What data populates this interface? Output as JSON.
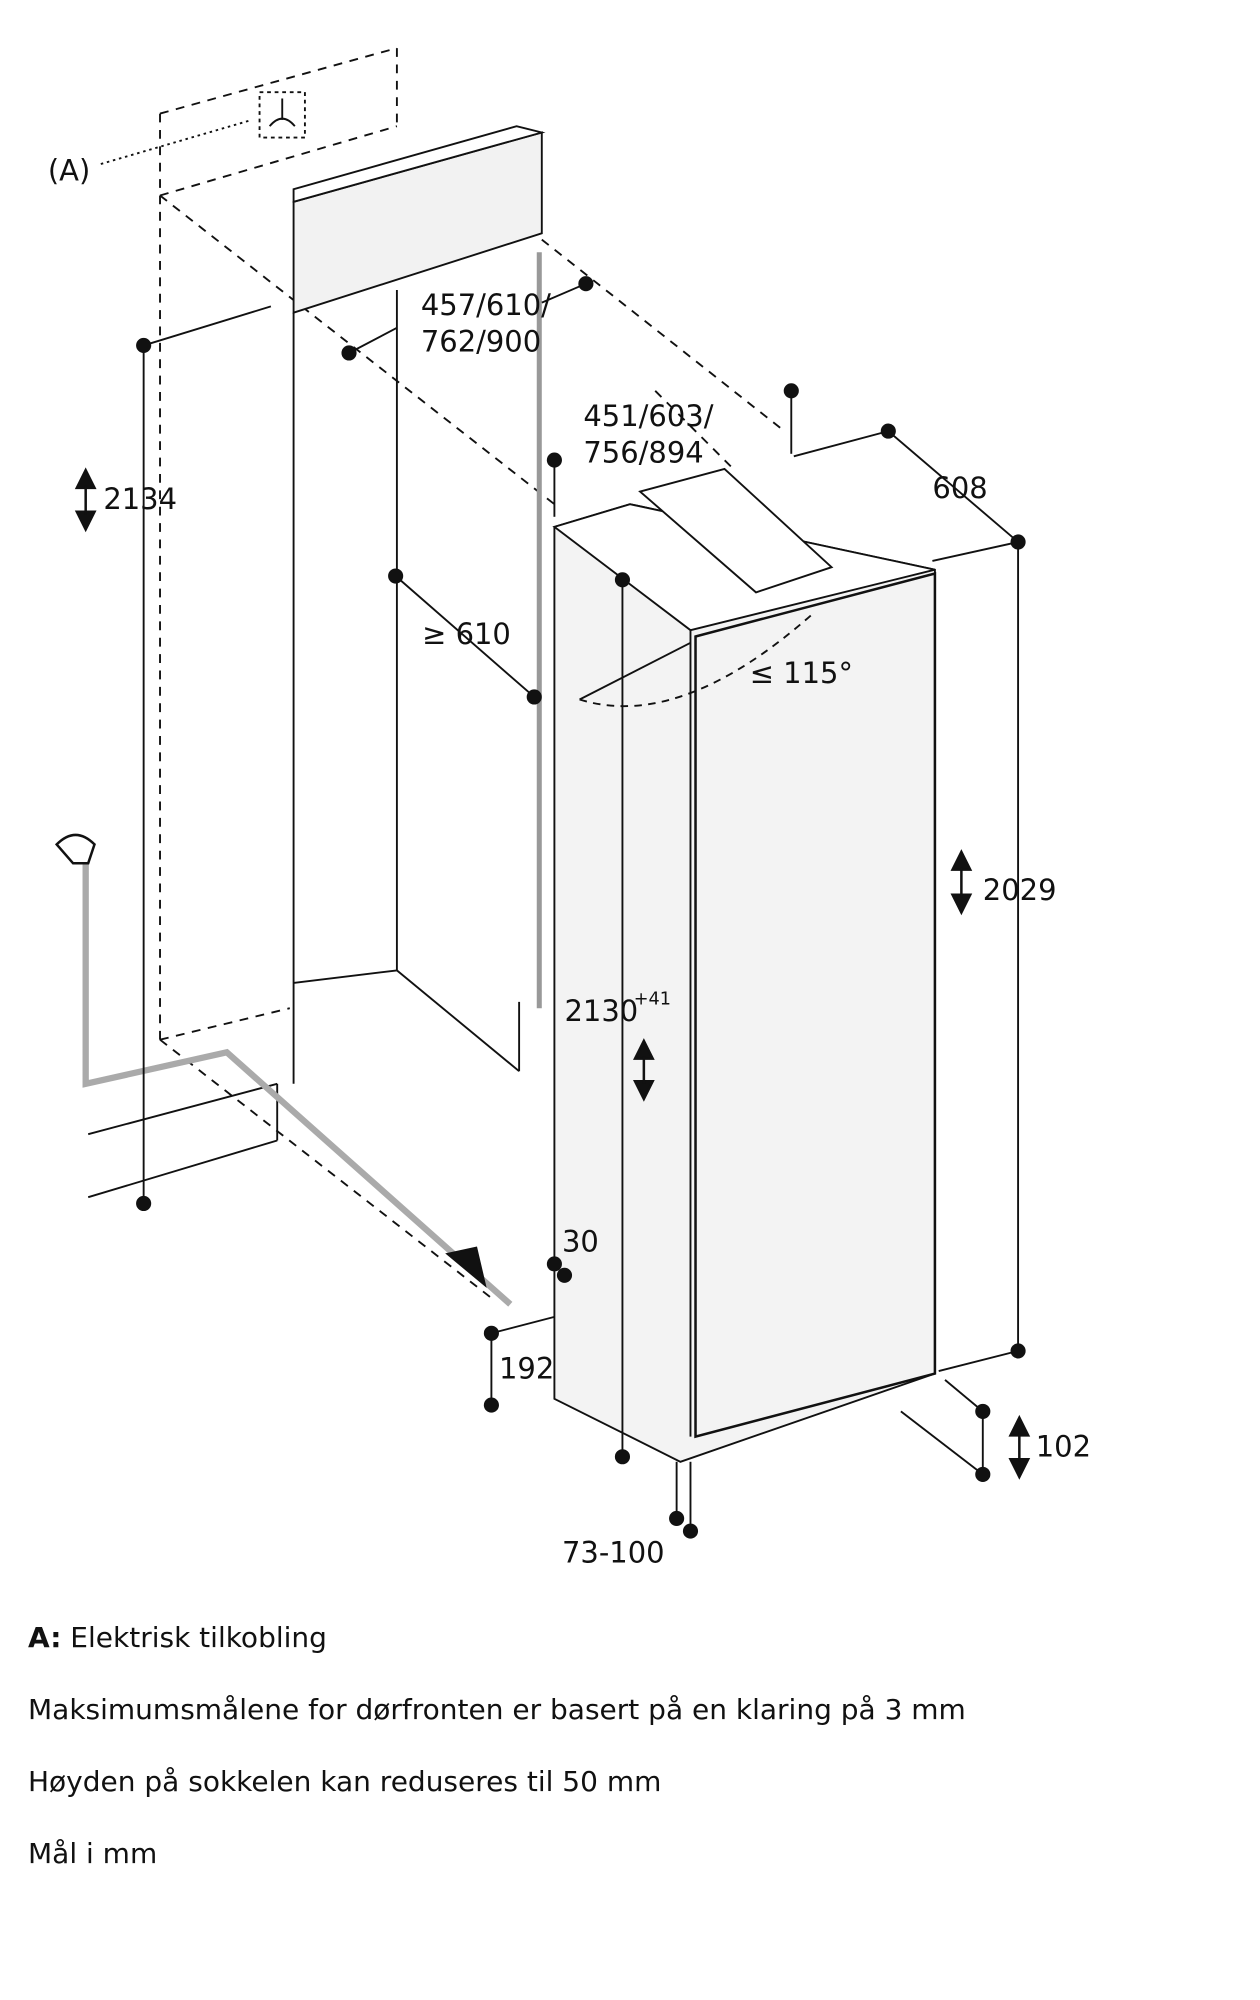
{
  "diagram": {
    "callout_label": "(A)",
    "dimensions": {
      "cabinet_height": "2134",
      "niche_width": "457/610/",
      "niche_width_2": "762/900",
      "door_width": "451/603/",
      "door_width_2": "756/894",
      "depth": "608",
      "min_depth": "≥ 610",
      "door_angle": "≤ 115°",
      "appliance_height": "2029",
      "niche_height": "2130",
      "niche_height_tolerance": "+41",
      "offset_30": "30",
      "plinth_192": "192",
      "plinth_102": "102",
      "range_73_100": "73-100"
    }
  },
  "notes": {
    "a_label": "A:",
    "a_text": "Elektrisk tilkobling",
    "line2": "Maksimumsmålene for dørfronten er basert på en klaring på 3 mm",
    "line3": "Høyden på sokkelen kan reduseres til 50 mm",
    "line4": "Mål i mm"
  }
}
